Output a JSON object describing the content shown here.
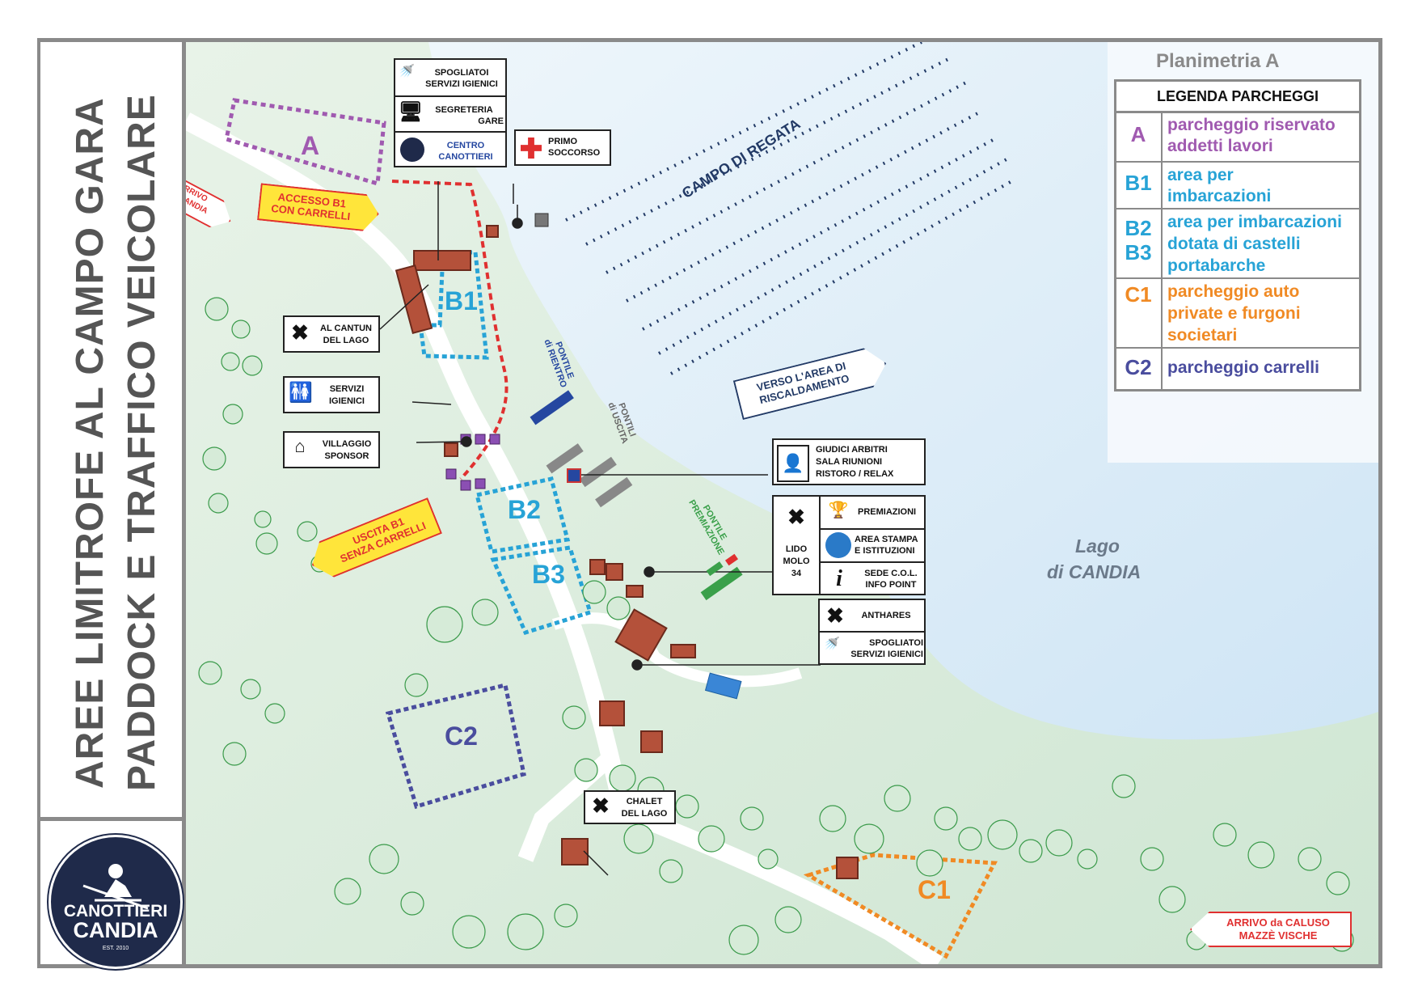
{
  "side_title": {
    "line1": "AREE LIMITROFE AL CAMPO GARA",
    "line2": "PADDOCK E TRAFFICO VEICOLARE"
  },
  "logo": {
    "line1": "CANOTTIERI",
    "line2": "CANDIA",
    "est": "EST. 2010"
  },
  "plan_title": "Planimetria A",
  "legend": {
    "title": "LEGENDA PARCHEGGI",
    "rows": [
      {
        "code": "A",
        "desc": [
          "parcheggio riservato",
          "addetti lavori"
        ],
        "color": "#a05ab0"
      },
      {
        "code": "B1",
        "desc": [
          "area per",
          "imbarcazioni"
        ],
        "color": "#27a3d6"
      },
      {
        "code": "B2\nB3",
        "desc": [
          "area per imbarcazioni",
          "dotata di castelli",
          "portabarche"
        ],
        "color": "#27a3d6"
      },
      {
        "code": "C1",
        "desc": [
          "parcheggio auto",
          "private e furgoni",
          "societari"
        ],
        "color": "#f08a24"
      },
      {
        "code": "C2",
        "desc": [
          "parcheggio carrelli"
        ],
        "color": "#4a4d9e"
      }
    ]
  },
  "zones": {
    "A": "A",
    "B1": "B1",
    "B2": "B2",
    "B3": "B3",
    "C1": "C1",
    "C2": "C2"
  },
  "water": {
    "campo": "CAMPO DI REGATA",
    "lake_line1": "Lago",
    "lake_line2": "di CANDIA"
  },
  "direction_labels": {
    "arrivo_candia": [
      "ARRIVO",
      "da CANDIA"
    ],
    "accesso_b1": [
      "ACCESSO B1",
      "CON CARRELLI"
    ],
    "uscita_b1": [
      "USCITA B1",
      "SENZA CARRELLI"
    ],
    "riscaldamento": [
      "VERSO L'AREA DI",
      "RISCALDAMENTO"
    ],
    "arrivo_caluso": [
      "ARRIVO da CALUSO",
      "MAZZÈ VISCHE"
    ]
  },
  "pontili": {
    "rientro": [
      "PONTILE",
      "di RIENTRO"
    ],
    "uscita": [
      "PONTILI",
      "di USCITA"
    ],
    "premiazione": [
      "PONTILE",
      "PREMIAZIONE"
    ]
  },
  "pois": {
    "spogliatoi_top": [
      "SPOGLIATOI",
      "SERVIZI IGIENICI"
    ],
    "segreteria": [
      "SEGRETERIA",
      "GARE"
    ],
    "centro": [
      "CENTRO",
      "CANOTTIERI"
    ],
    "primo_soccorso": [
      "PRIMO",
      "SOCCORSO"
    ],
    "al_cantun": [
      "AL CANTUN",
      "DEL LAGO"
    ],
    "servizi": [
      "SERVIZI",
      "IGIENICI"
    ],
    "villaggio": [
      "VILLAGGIO",
      "SPONSOR"
    ],
    "giudici": [
      "GIUDICI ARBITRI",
      "SALA RIUNIONI",
      "RISTORO / RELAX"
    ],
    "lido": [
      "LIDO",
      "MOLO",
      "34"
    ],
    "premiazioni": "PREMIAZIONI",
    "stampa": [
      "AREA STAMPA",
      "E ISTITUZIONI"
    ],
    "sede": [
      "SEDE C.O.L.",
      "INFO POINT"
    ],
    "anthares": "ANTHARES",
    "spogliatoi_bottom": [
      "SPOGLIATOI",
      "SERVIZI IGIENICI"
    ],
    "chalet": [
      "CHALET",
      "DEL LAGO"
    ]
  }
}
